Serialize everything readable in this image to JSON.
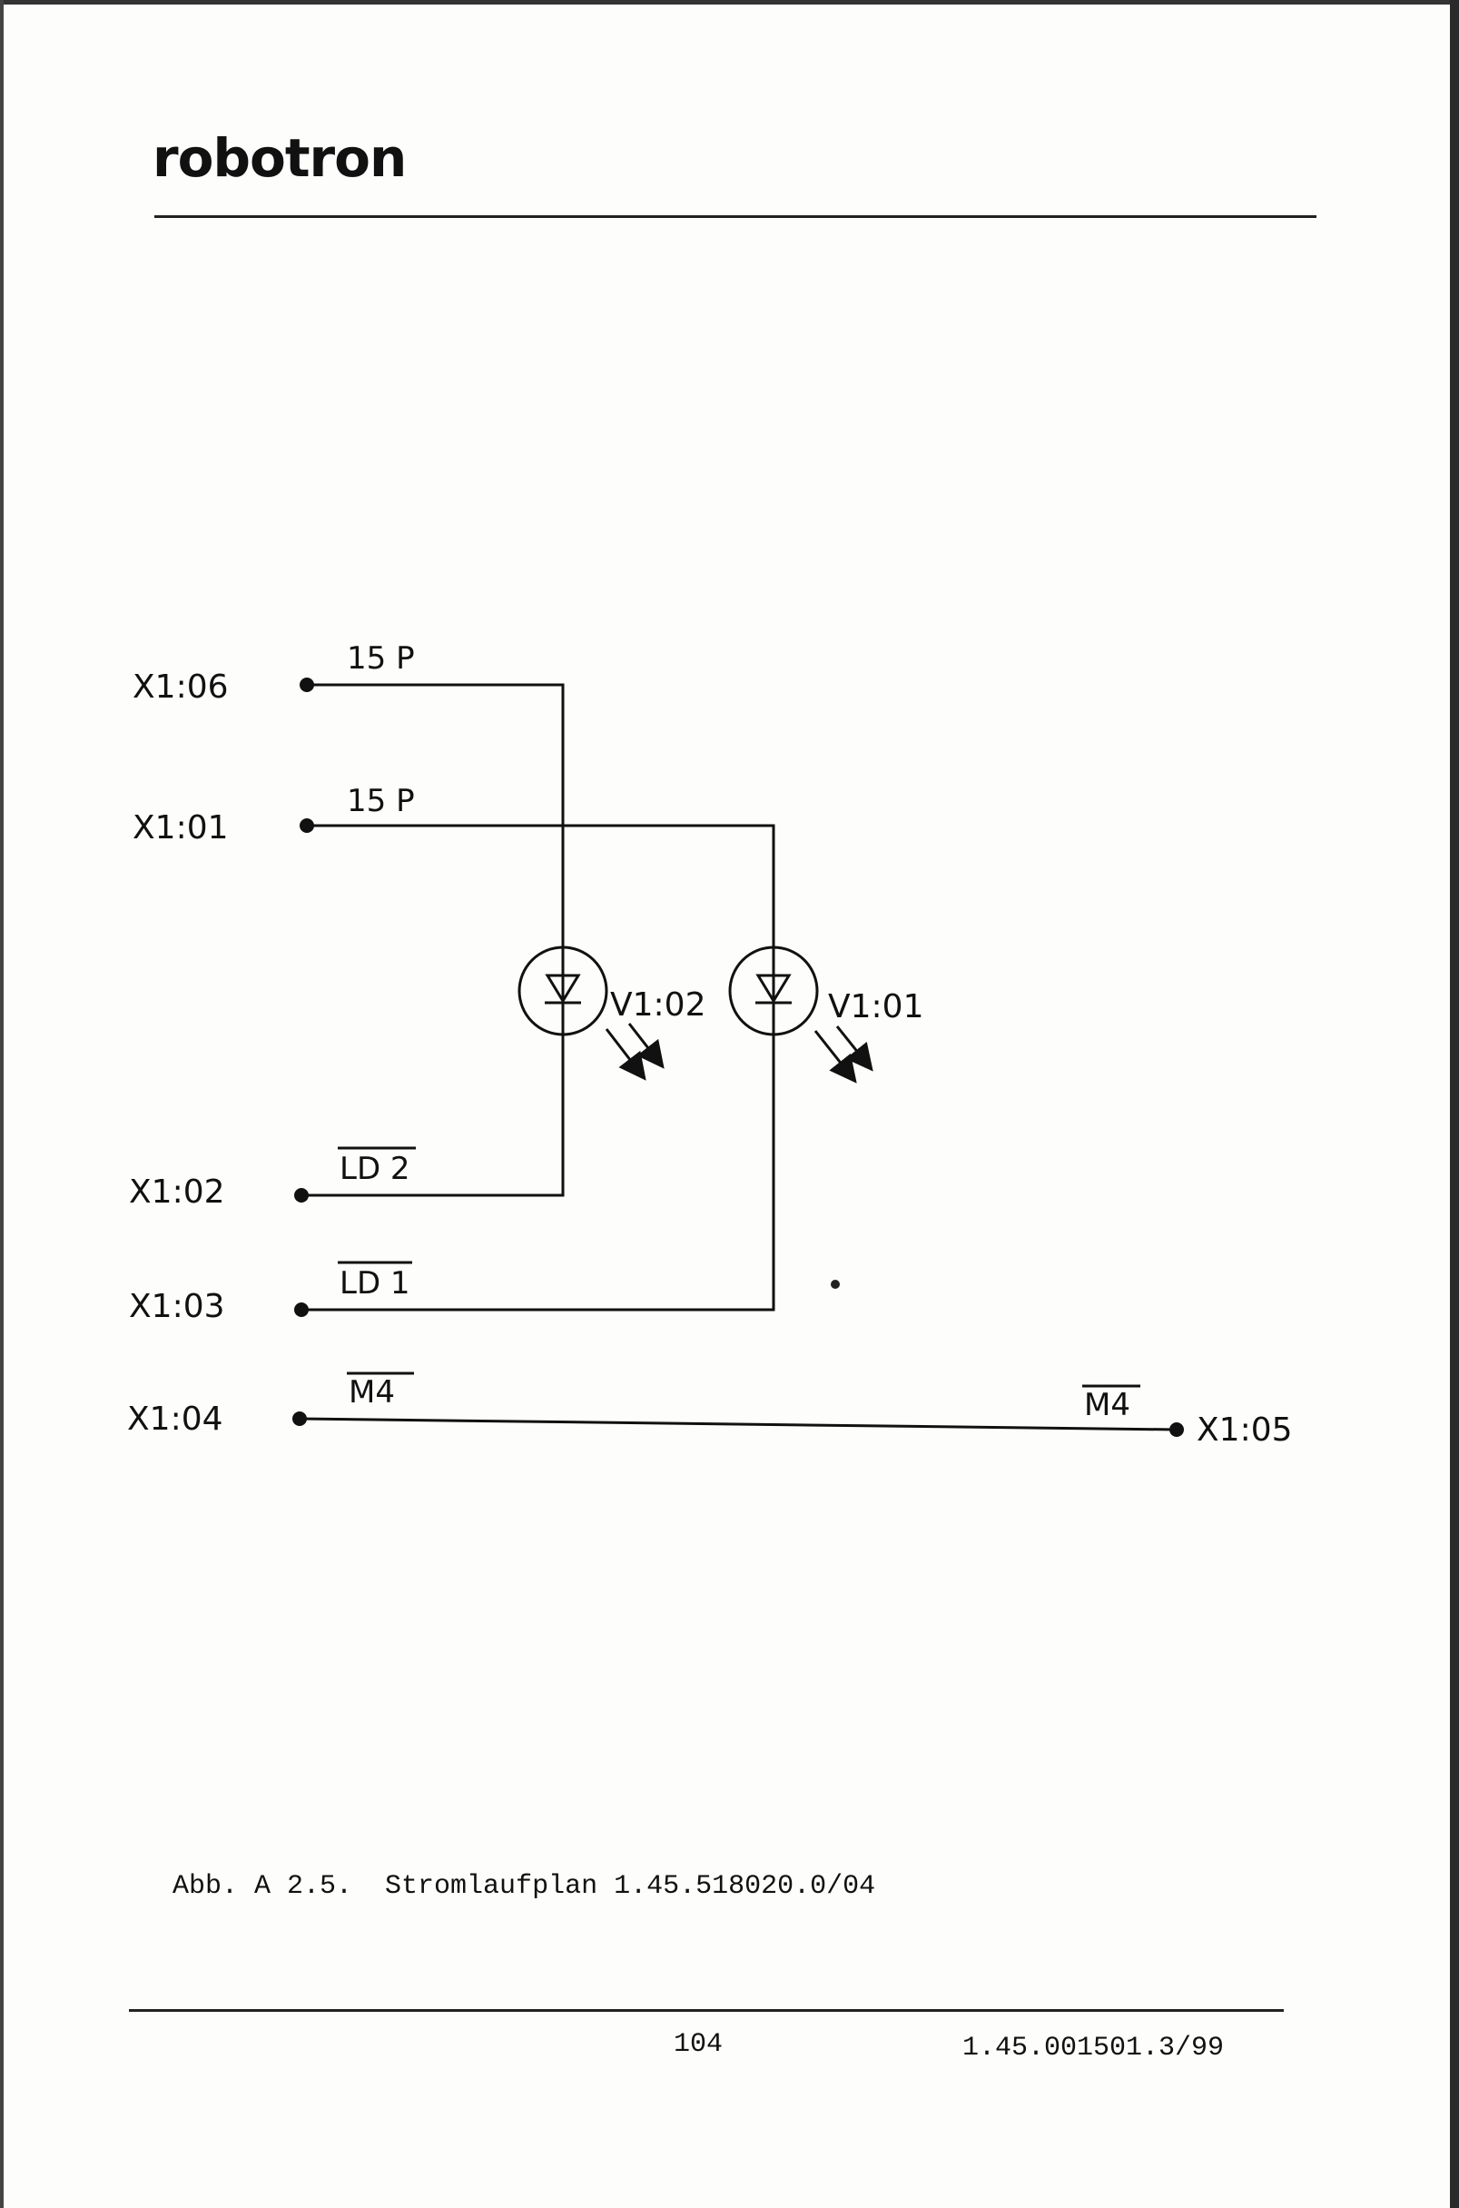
{
  "header": {
    "logo_text": "robotron"
  },
  "schematic": {
    "terminals": {
      "x106": "X1:06",
      "x101": "X1:01",
      "x102": "X1:02",
      "x103": "X1:03",
      "x104": "X1:04",
      "x105": "X1:05"
    },
    "signals": {
      "p15_a": "15 P",
      "p15_b": "15 P",
      "ld2": "LD 2",
      "ld1": "LD 1",
      "m4_left": "M4",
      "m4_right": "M4"
    },
    "components": {
      "led_v102": "V1:02",
      "led_v101": "V1:01"
    }
  },
  "caption": "Abb. A 2.5.  Stromlaufplan 1.45.518020.0/04",
  "footer": {
    "page_number": "104",
    "document_number": "1.45.001501.3/99"
  }
}
